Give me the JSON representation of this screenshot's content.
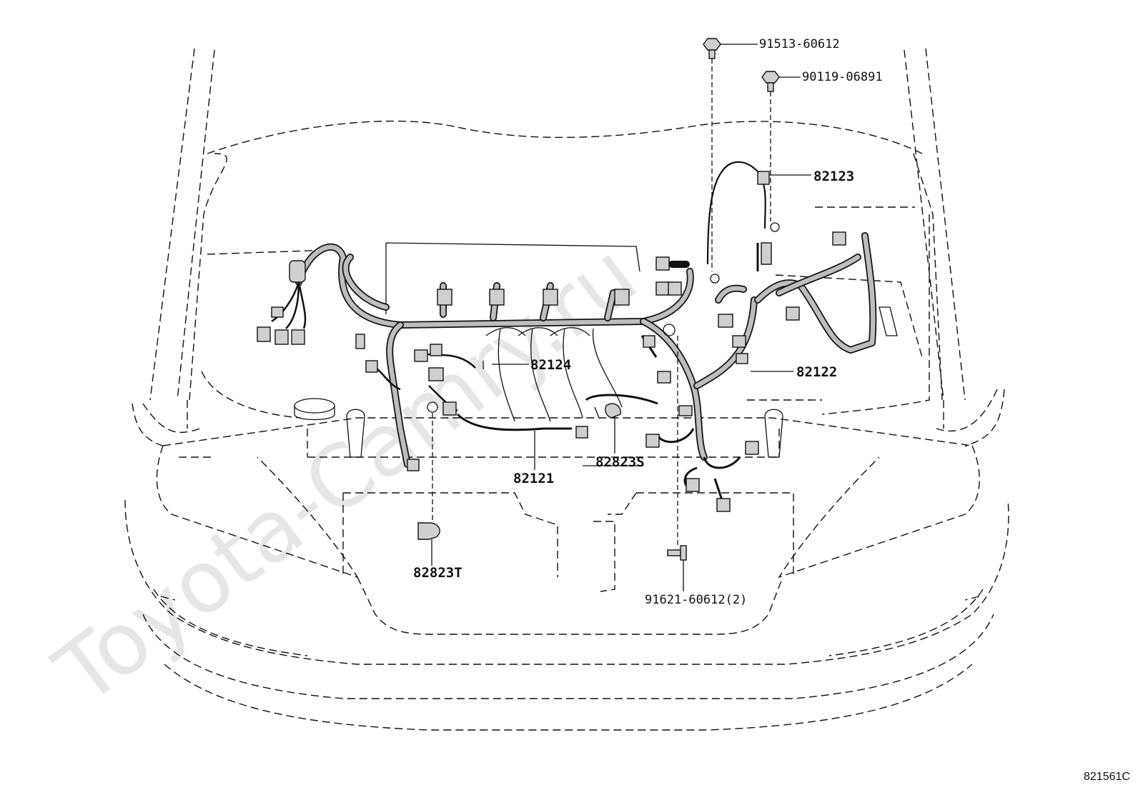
{
  "watermark": "Toyota-Camry.ru",
  "diagram_code": "821561C",
  "parts": {
    "p_91513": "91513-60612",
    "p_90119": "90119-06891",
    "p_82123": "82123",
    "p_82124": "82124",
    "p_82122": "82122",
    "p_82121": "82121",
    "p_82823S": "82823S",
    "p_82823T": "82823T",
    "p_91621": "91621-60612(2)"
  }
}
